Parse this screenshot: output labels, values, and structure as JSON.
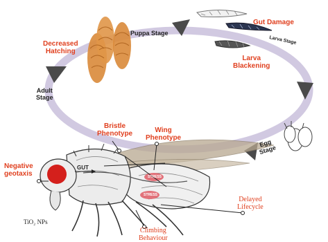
{
  "labels": {
    "gut_damage": "Gut Damage",
    "puppa_stage": "Puppa Stage",
    "larva_stage": "Larva Stage",
    "decreased_hatching": [
      "Decreased",
      "Hatching"
    ],
    "larva_blackening": [
      "Larva",
      "Blackening"
    ],
    "adult_stage": [
      "Adult",
      "Stage"
    ],
    "egg_stage": [
      "Egg",
      "Stage"
    ],
    "bristle_phenotype": [
      "Bristle",
      "Phenotype"
    ],
    "wing_phenotype": [
      "Wing",
      "Phenotype"
    ],
    "negative_geotaxis": [
      "Negative",
      "geotaxis"
    ],
    "gut": "GUT",
    "stress_1": "STRESS",
    "stress_2": "STRESS",
    "delayed_lifecycle": [
      "Delayed",
      "Lifecycle"
    ],
    "climbing_behaviour": [
      "Climbing",
      "Behaviour"
    ],
    "tio2_nps": "TiO₂ NPs"
  },
  "colors": {
    "label_red": "#e0401f",
    "cycle_ring": "#c9bfdc",
    "arrow_head": "#4a4a4a",
    "pupa": "#d9893a",
    "eye": "#d4201c",
    "stress_patch": "#e2727a",
    "wing": "#b8a890"
  }
}
